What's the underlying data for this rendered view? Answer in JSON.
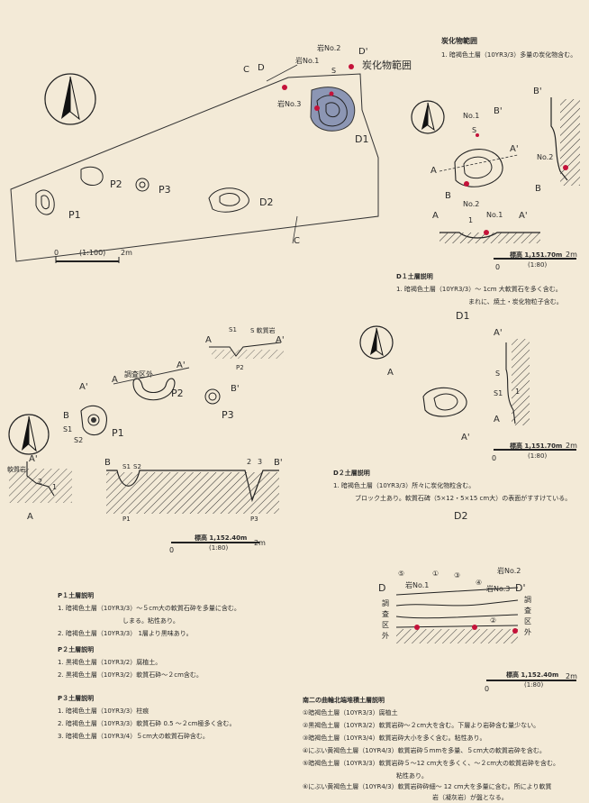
{
  "colors": {
    "paper": "#f3ead7",
    "ink": "#2a2a2a",
    "marker": "#c4123a",
    "charcoal_area": "#8c96b4"
  },
  "plan_top": {
    "labels": {
      "C": "C",
      "D": "D",
      "C_bottom": "C",
      "D_prime": "D'",
      "rock1": "岩No.1",
      "rock2": "岩No.2",
      "rock3": "岩No.3",
      "S": "S",
      "charcoal_area": "炭化物範囲",
      "D1": "D1",
      "D2": "D2",
      "P1": "P1",
      "P2": "P2",
      "P3": "P3"
    },
    "scale": {
      "zero": "0",
      "ratio": "(1:100)",
      "end": "2m"
    }
  },
  "d1_detail": {
    "notes_title": "炭化物範囲",
    "notes_line": "1. 暗褐色土層（10YR3/3）多量の炭化物含む。",
    "labels": {
      "no1": "No.1",
      "no2": "No.2",
      "S": "S",
      "A": "A",
      "A_prime": "A'",
      "B": "B",
      "B_prime": "B'",
      "one": "1",
      "section_no1": "No.1",
      "section_no2": "No.2"
    },
    "scale": {
      "zero": "0",
      "elev": "標高 1,151.70m",
      "ratio": "(1:80)",
      "end": "2m"
    },
    "layer_title": "D１土層説明",
    "layer_line1": "1. 暗褐色土層（10YR3/3）～ 1cm 大軟質石を多く含む。",
    "layer_line2": "まれに、焼土・炭化物粒子含む。",
    "caption": "D1"
  },
  "p_features": {
    "labels": {
      "S1": "S1",
      "S2": "S2",
      "S_soft": "S 軟質岩",
      "one": "1",
      "two": "2",
      "A": "A",
      "A_prime": "A'",
      "B": "B",
      "B_prime": "B'",
      "outside": "調査区外",
      "P1": "P1",
      "P2": "P2",
      "P3": "P3",
      "soft_rock": "軟質岩",
      "three": "3"
    },
    "scale": {
      "zero": "0",
      "elev": "標高 1,152.40m",
      "ratio": "(1:80)",
      "end": "2m"
    }
  },
  "d2_detail": {
    "labels": {
      "A": "A",
      "A_prime": "A'",
      "S": "S",
      "S1": "S1",
      "one": "1"
    },
    "scale": {
      "zero": "0",
      "elev": "標高 1,151.70m",
      "ratio": "(1:80)",
      "end": "2m"
    },
    "layer_title": "D２土層説明",
    "layer_line1": "1. 暗褐色土層（10YR3/3）所々に炭化物粒含む。",
    "layer_line2": "ブロック土あり。軟質石碑（5×12・5×15 cm大）の表面がすすけている。",
    "caption": "D2"
  },
  "p_notes": {
    "p1_title": "P１土層説明",
    "p1_line1": "1. 暗褐色土層（10YR3/3）～５cm大の軟質石砕を多量に含む。",
    "p1_line1b": "しまる。粘性あり。",
    "p1_line2": "2. 暗褐色土層（10YR3/3） 1層より黒味あり。",
    "p2_title": "P２土層説明",
    "p2_line1": "1. 黒褐色土層（10YR3/2）腐植土。",
    "p2_line2": "2. 黒褐色土層（10YR3/2）軟質石砕～２cm含む。",
    "p3_title": "P３土層説明",
    "p3_line1": "1. 暗褐色土層（10YR3/3）柱痕",
    "p3_line2": "2. 暗褐色土層（10YR3/3）軟質石砕 0.5 ～２cm極多く含む。",
    "p3_line3": "3. 暗褐色土層（10YR3/4）５cm大の軟質石砕含む。"
  },
  "north_section": {
    "labels": {
      "D": "D",
      "D_prime": "D'",
      "c1": "⑤",
      "c2": "①",
      "c3": "③",
      "c4": "④",
      "c5": "②",
      "rock1": "岩No.1",
      "rock2": "岩No.2",
      "rock3": "岩No.3",
      "outside": "調査区外"
    },
    "scale": {
      "zero": "0",
      "elev": "標高 1,152.40m",
      "ratio": "(1:80)",
      "end": "2m"
    },
    "title": "南二の曲輪北端堆積土層説明",
    "lines": [
      "①暗褐色土層（10YR3/3）腐植土",
      "②黒褐色土層（10YR3/2）軟質岩砕～２cm大を含む。下層より岩砕含む量少ない。",
      "③暗褐色土層（10YR3/4）軟質岩砕大小を多く含む。粘性あり。",
      "④にぶい黄褐色土層（10YR4/3）軟質岩砕５mmを多量、５cm大の軟質岩砕を含む。",
      "⑤暗褐色土層（10YR3/3）軟質岩砕５～12 cm大を多くく、～２cm大の軟質岩砕を含む。",
      "粘性あり。",
      "⑥にぶい黄褐色土層（10YR4/3）軟質岩砕砕細～ 12 cm大を多量に含む。所により軟質",
      "岩（凝灰岩）が盤となる。"
    ]
  }
}
